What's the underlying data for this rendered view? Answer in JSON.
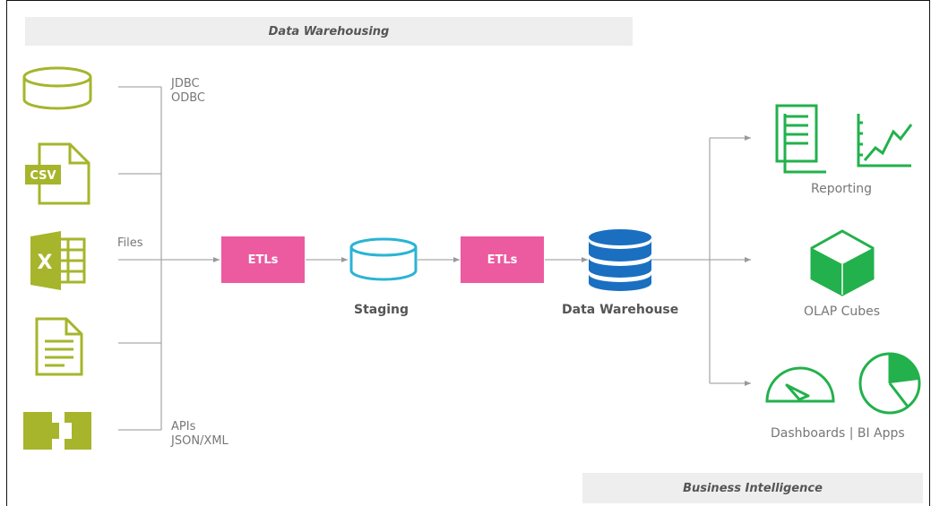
{
  "bands": {
    "top": "Data Warehousing",
    "bottom": "Business Intelligence"
  },
  "connectors": {
    "jdbc": "JDBC",
    "odbc": "ODBC",
    "files": "Files",
    "apis": "APIs",
    "json_xml": "JSON/XML"
  },
  "sources": {
    "csv_badge": "CSV",
    "excel_badge": "X"
  },
  "pipeline": {
    "etl1": "ETLs",
    "staging": "Staging",
    "etl2": "ETLs",
    "warehouse": "Data Warehouse"
  },
  "outputs": {
    "reporting": "Reporting",
    "olap": "OLAP Cubes",
    "dashboards": "Dashboards | BI Apps"
  },
  "colors": {
    "source_green": "#a6b52b",
    "etl_pink": "#ec5aa0",
    "staging_teal": "#2ab4d4",
    "warehouse_blue": "#1a6fc0",
    "output_green": "#22b14c",
    "line_gray": "#aaaaaa"
  },
  "icons": [
    "database-icon",
    "csv-file-icon",
    "excel-icon",
    "document-icon",
    "puzzle-icon",
    "report-icon",
    "line-chart-icon",
    "cube-icon",
    "gauge-icon",
    "pie-chart-icon"
  ]
}
